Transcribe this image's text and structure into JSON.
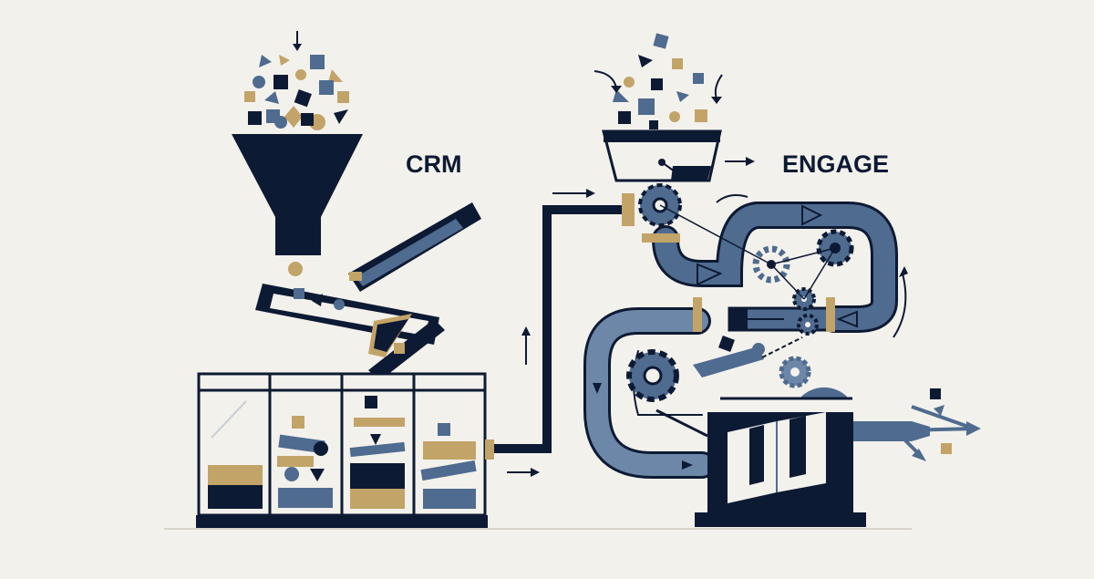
{
  "labels": {
    "crm": "CRM",
    "engage": "ENGAGE"
  },
  "colors": {
    "navy": "#0d1a33",
    "slate": "#4f6b8f",
    "slate_light": "#6d87a8",
    "gold": "#c2a468",
    "paper": "#f3f1ec"
  },
  "icons": [
    "funnel-icon",
    "gear-icon",
    "arrow-icon",
    "conveyor-belt",
    "book-icon"
  ]
}
